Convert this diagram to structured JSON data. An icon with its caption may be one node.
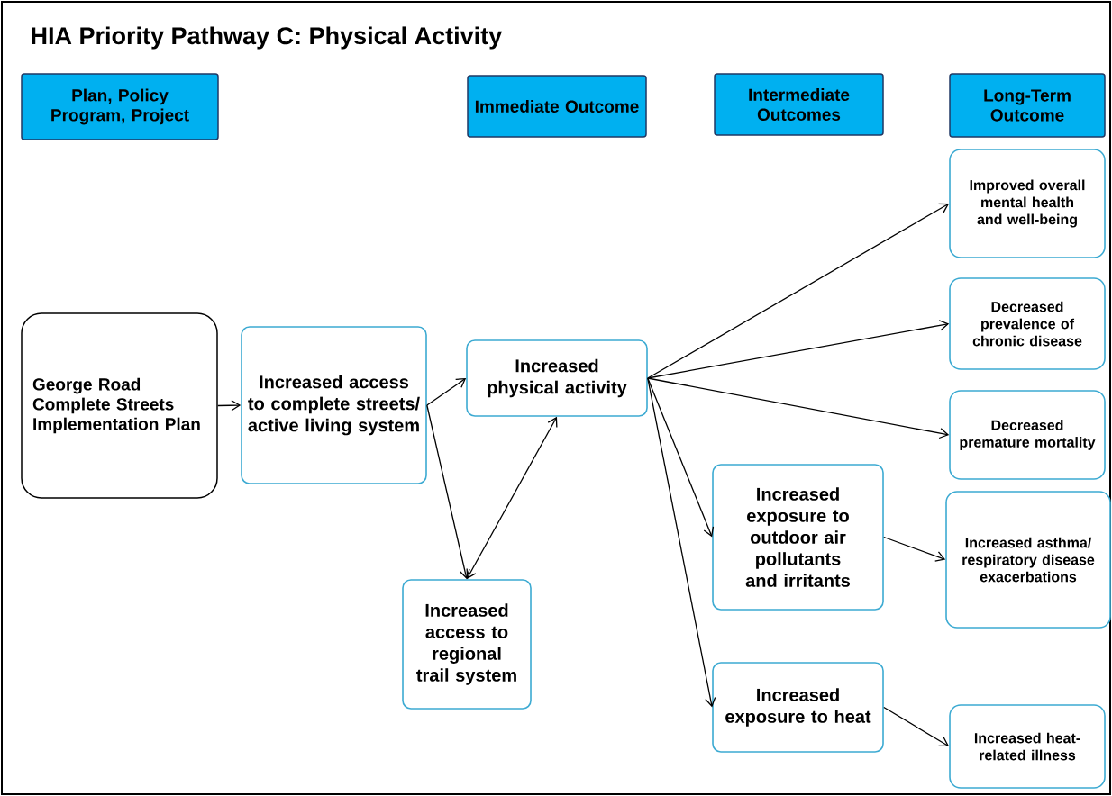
{
  "diagram": {
    "title": "HIA Priority Pathway C: Physical Activity",
    "nodes": [
      {
        "text": [
          "Plan, Policy Program, Project"
        ]
      },
      {
        "text": [
          "Immediate Outcome"
        ]
      },
      {
        "text": [
          "Intermediate Outcomes"
        ]
      },
      {
        "text": [
          "Long-Term Outcome"
        ]
      },
      {
        "text": [
          "George Road Complete Streets Implementation Plan"
        ]
      },
      {
        "text": [
          "Increased access to complete streets/ active living system"
        ]
      },
      {
        "text": [
          "Increased physical activity"
        ]
      },
      {
        "text": [
          "Increased access to regional trail system"
        ]
      },
      {
        "text": [
          "Improved overall mental health and well-being"
        ]
      },
      {
        "text": [
          "Decreased prevalence of chronic disease"
        ]
      },
      {
        "text": [
          "Decreased premature mortality"
        ]
      },
      {
        "text": [
          "Increased exposure to outdoor air pollutants and irritants"
        ]
      },
      {
        "text": [
          "Increased asthma/ respiratory disease exacerbations"
        ]
      },
      {
        "text": [
          "Increased exposure to heat"
        ]
      },
      {
        "text": [
          "Increased heat-related illness"
        ]
      }
    ],
    "edges": [
      {
        "from": 4,
        "to": 5,
        "arrow": "to"
      },
      {
        "from": 5,
        "to": 6,
        "arrow": "to"
      },
      {
        "from": 5,
        "to": 7,
        "arrow": "to"
      },
      {
        "from": 6,
        "to": 7,
        "arrow": "both"
      },
      {
        "from": 6,
        "to": 8,
        "arrow": "to"
      },
      {
        "from": 6,
        "to": 9,
        "arrow": "to"
      },
      {
        "from": 6,
        "to": 10,
        "arrow": "to"
      },
      {
        "from": 6,
        "to": 11,
        "arrow": "to"
      },
      {
        "from": 6,
        "to": 13,
        "arrow": "to"
      },
      {
        "from": 11,
        "to": 12,
        "arrow": "to"
      },
      {
        "from": 13,
        "to": 14,
        "arrow": "to"
      }
    ]
  }
}
